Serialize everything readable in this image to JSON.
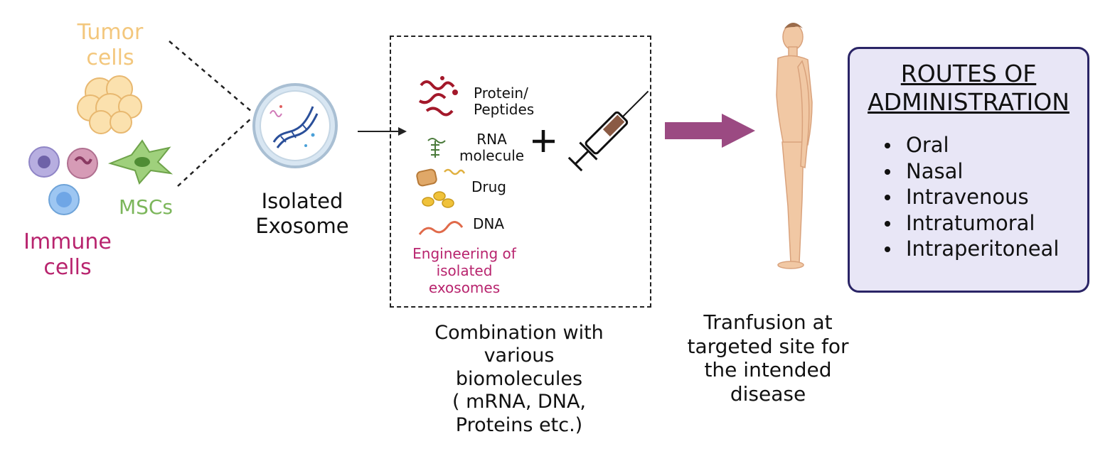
{
  "sources": {
    "tumor_cells": [
      "Tumor",
      "cells"
    ],
    "immune_cells": [
      "Immune",
      "cells"
    ],
    "mscs": "MSCs"
  },
  "exosome": {
    "label": [
      "Isolated",
      "Exosome"
    ]
  },
  "combination": {
    "molecules": {
      "protein": [
        "Protein/",
        "Peptides"
      ],
      "rna": [
        "RNA",
        "molecule"
      ],
      "drug": "Drug",
      "dna": "DNA"
    },
    "engineering_label": [
      "Engineering of",
      "isolated",
      "exosomes"
    ],
    "plus_sign": "+",
    "caption": [
      "Combination with",
      "various",
      "biomolecules",
      "( mRNA, DNA,",
      "Proteins etc.)"
    ]
  },
  "transfusion": {
    "caption": [
      "Tranfusion at",
      "targeted site for",
      "the intended",
      "disease"
    ]
  },
  "routes": {
    "title": [
      "ROUTES OF",
      "ADMINISTRATION"
    ],
    "items": [
      "Oral",
      "Nasal",
      "Intravenous",
      "Intratumoral",
      "Intraperitoneal"
    ]
  },
  "colors": {
    "tumor": "#f3c77d",
    "immune": "#b8246e",
    "msc": "#7cb65b",
    "engineering": "#b8246e",
    "arrow": "#9b4a82",
    "routes_bg": "#e8e6f6",
    "routes_border": "#2a2466",
    "skin": "#f1c8a4"
  }
}
